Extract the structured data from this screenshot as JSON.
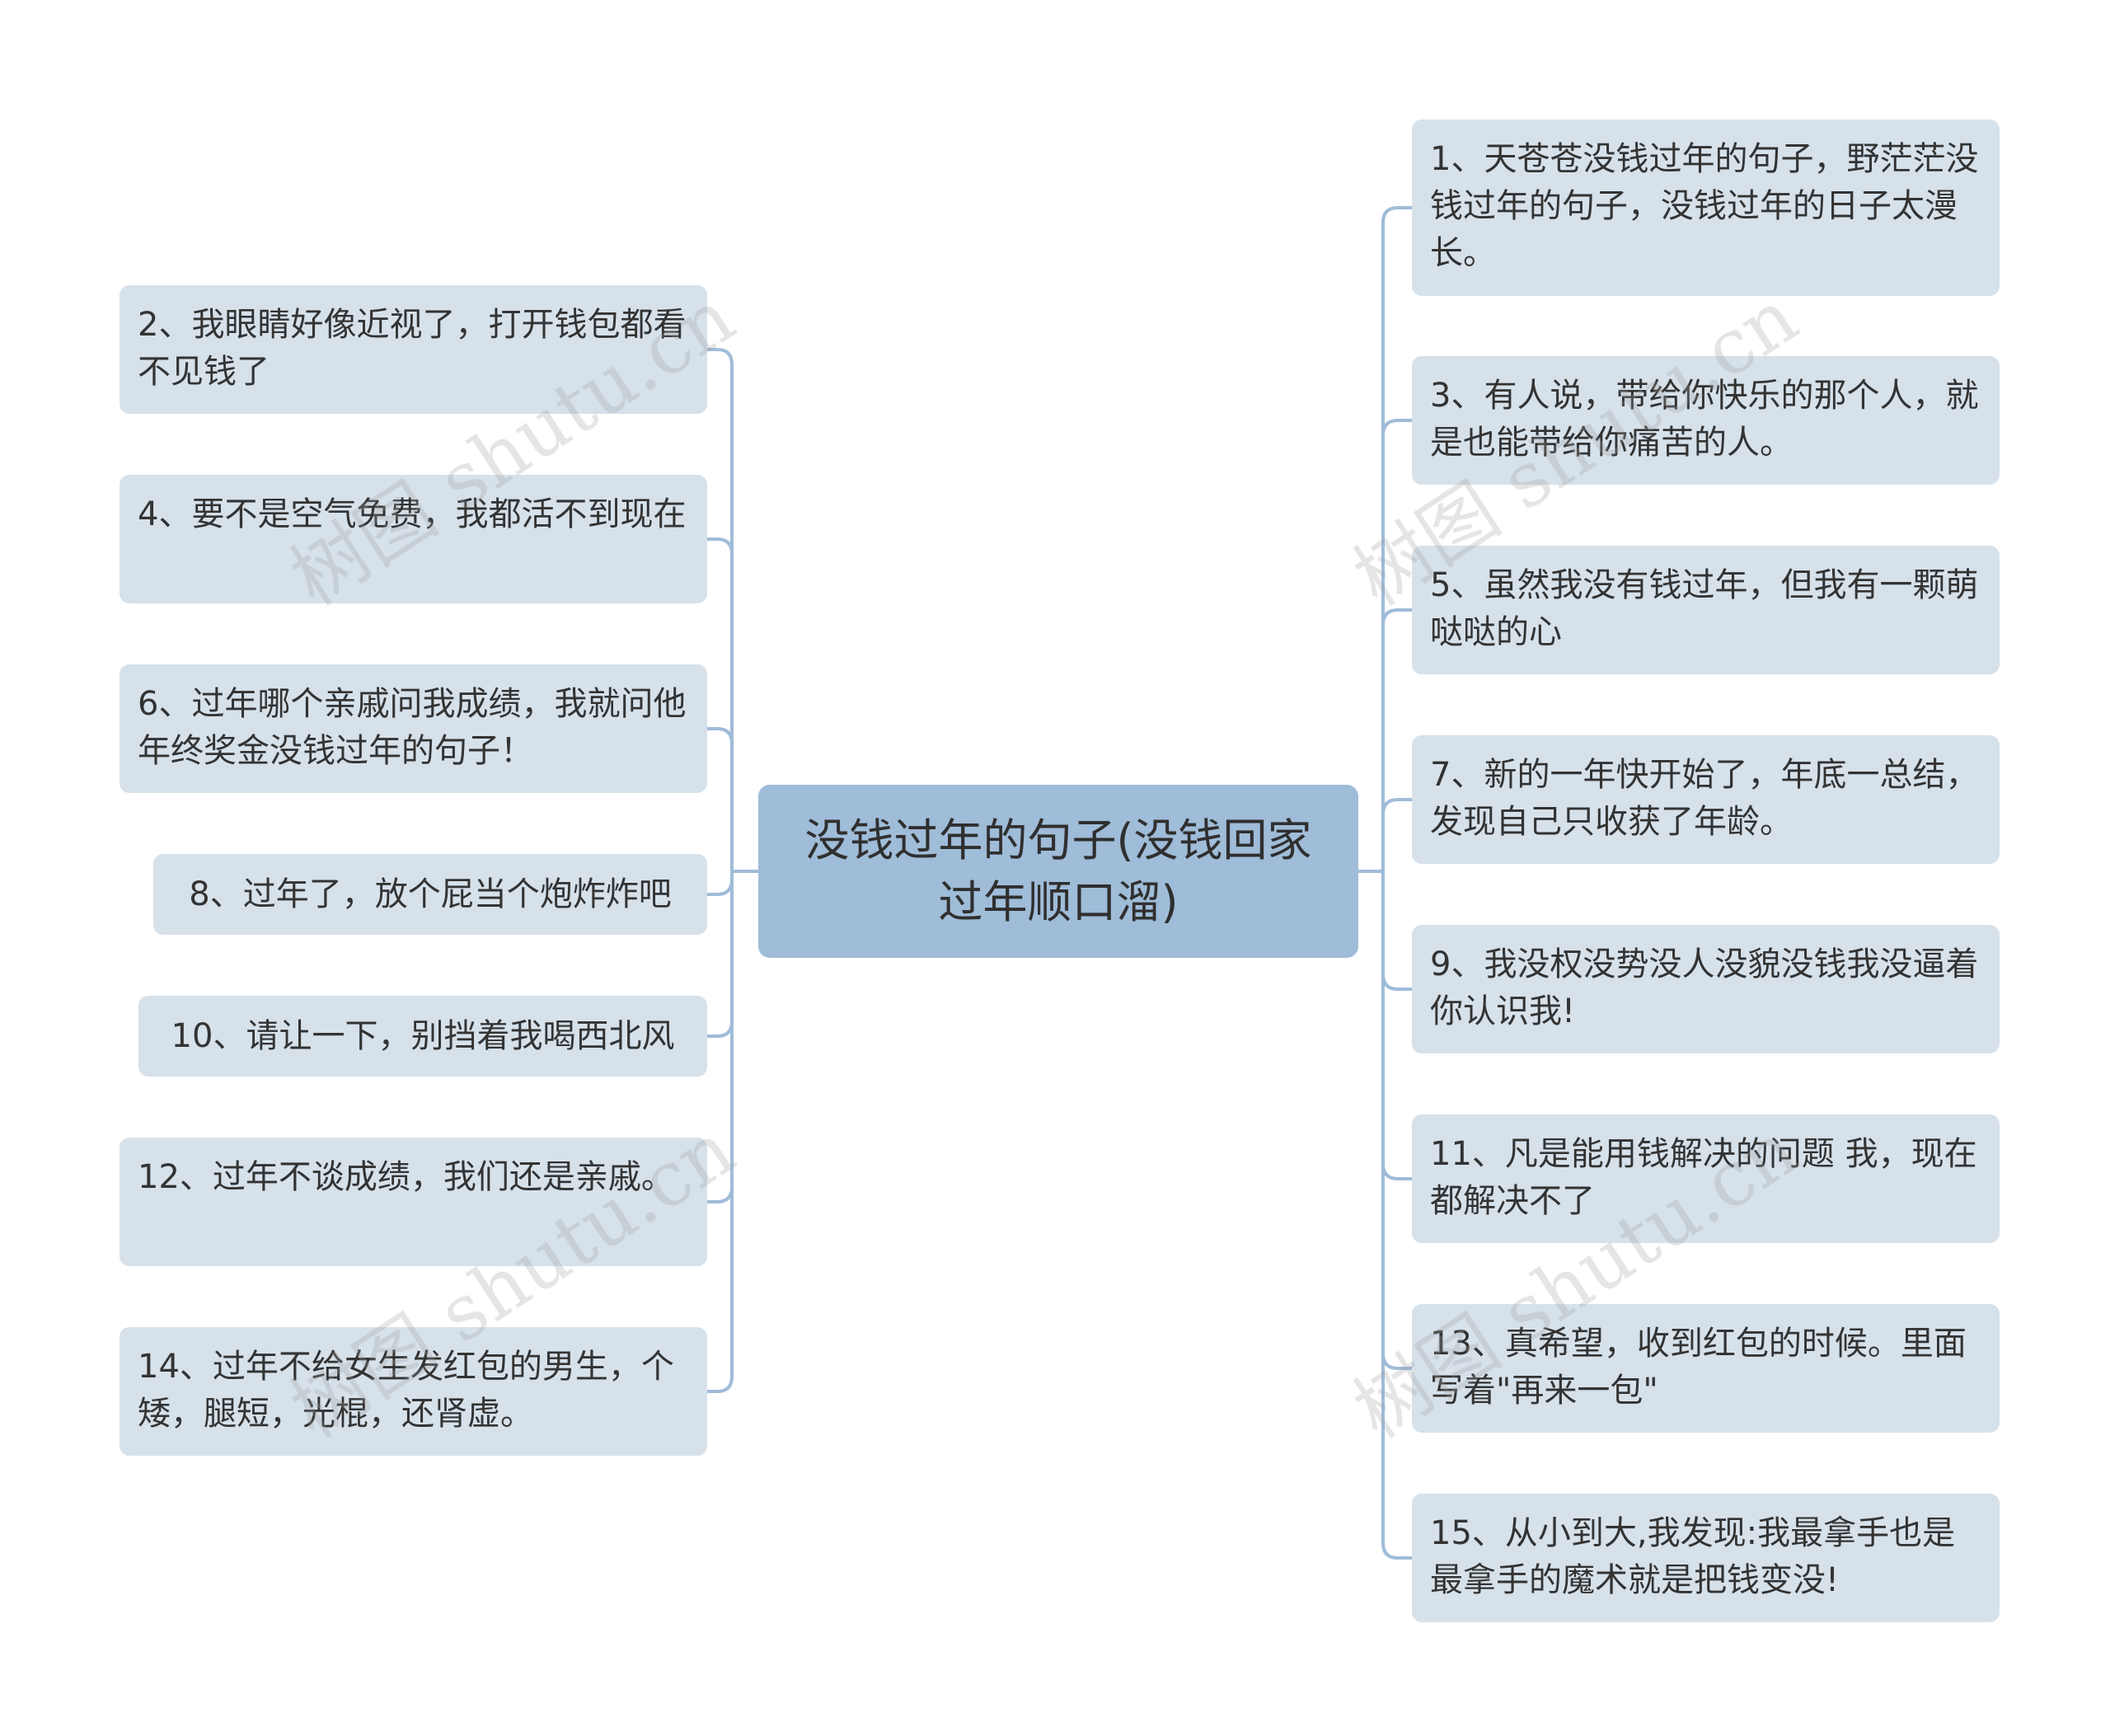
{
  "colors": {
    "root_fill": "#9fbcd8",
    "node_fill": "#d6e1ea",
    "connector": "#9fbcd8",
    "text": "#333333"
  },
  "root": {
    "label": "没钱过年的句子(没钱回家过年顺口溜)"
  },
  "left_nodes": [
    "2、我眼睛好像近视了，打开钱包都看不见钱了",
    "4、要不是空气免费，我都活不到现在",
    "6、过年哪个亲戚问我成绩，我就问他年终奖金没钱过年的句子！",
    "8、过年了，放个屁当个炮炸炸吧",
    "10、请让一下，别挡着我喝西北风",
    "12、过年不谈成绩，我们还是亲戚。",
    "14、过年不给女生发红包的男生，个矮，腿短，光棍，还肾虚。"
  ],
  "right_nodes": [
    "1、天苍苍没钱过年的句子，野茫茫没钱过年的句子，没钱过年的日子太漫长。",
    "3、有人说，带给你快乐的那个人，就是也能带给你痛苦的人。",
    "5、虽然我没有钱过年，但我有一颗萌哒哒的心",
    "7、新的一年快开始了，年底一总结，发现自己只收获了年龄。",
    "9、我没权没势没人没貌没钱我没逼着你认识我!",
    "11、凡是能用钱解决的问题 我，现在都解决不了",
    "13、真希望，收到红包的时候。里面写着\"再来一包\"",
    "15、从小到大,我发现:我最拿手也是最拿手的魔术就是把钱变没!"
  ],
  "watermarks": [
    "树图 shutu.cn",
    "树图 shutu.cn",
    "树图 shutu.cn",
    "树图 shutu.cn"
  ]
}
